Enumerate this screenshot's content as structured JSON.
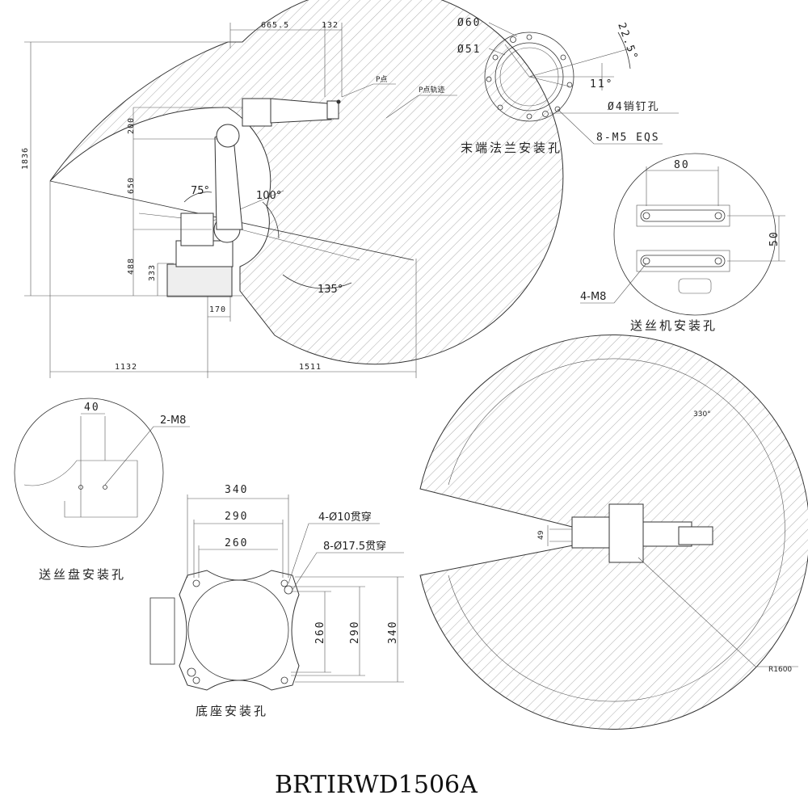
{
  "model_title": "BRTIRWD1506A",
  "side_view": {
    "dims": {
      "top_reach": "665.5",
      "top_flange": "132",
      "height_total": "1836",
      "upper_arm": "200",
      "lower_arm": "650",
      "shoulder_height": "488",
      "base_height": "333",
      "base_offset": "170",
      "rear_reach": "1132",
      "front_reach": "1511"
    },
    "angles": {
      "a1": "75°",
      "a2": "100°",
      "a3": "135°"
    },
    "labels": {
      "p_point": "P点",
      "p_trajectory": "P点轨迹"
    }
  },
  "flange_view": {
    "d60": "Ø60",
    "d51": "Ø51",
    "angle1": "22.5°",
    "angle2": "11°",
    "pin_holes": "Ø4销钉孔",
    "screw_holes": "8-M5 EQS",
    "caption": "末端法兰安装孔"
  },
  "wire_feeder_view": {
    "w": "80",
    "h": "50",
    "holes": "4-M8",
    "caption": "送丝机安装孔"
  },
  "spool_view": {
    "w": "40",
    "holes": "2-M8",
    "caption": "送丝盘安装孔"
  },
  "base_view": {
    "w1": "340",
    "w2": "290",
    "w3": "260",
    "h1": "260",
    "h2": "290",
    "h3": "340",
    "holes_a": "4-Ø10贯穿",
    "holes_b": "8-Ø17.5贯穿",
    "caption": "底座安装孔"
  },
  "top_view": {
    "angle": "330°",
    "radius": "R1600",
    "dim": "49"
  }
}
